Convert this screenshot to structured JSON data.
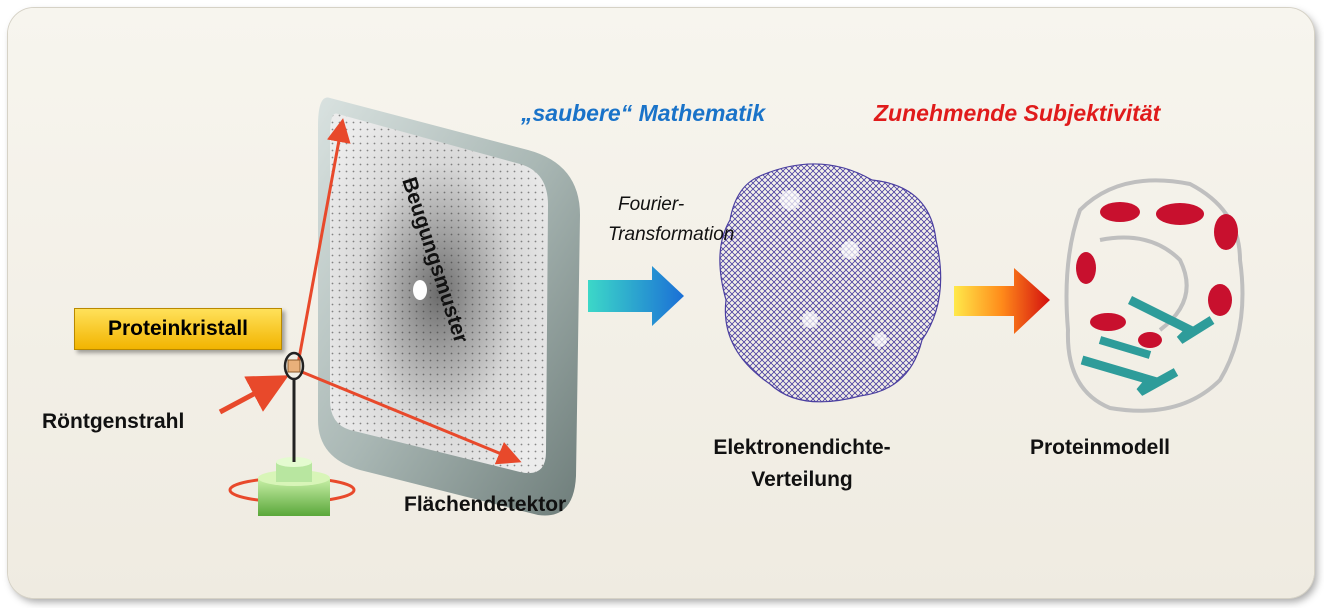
{
  "labels": {
    "math": "„saubere“ Mathematik",
    "subjectivity": "Zunehmende Subjektivität",
    "fourier_line1": "Fourier-",
    "fourier_line2": "Transformation",
    "protein_crystal": "Proteinkristall",
    "xray": "Röntgenstrahl",
    "diffraction_pattern": "Beugungsmuster",
    "area_detector": "Flächendetektor",
    "density_line1": "Elektronendichte-",
    "density_line2": "Verteilung",
    "protein_model": "Proteinmodell"
  },
  "colors": {
    "math": "#1a73c9",
    "subjectivity": "#e01b1b",
    "arrow_red": "#e8492b",
    "mesh": "#4b3fa0",
    "helix": "#c8102e",
    "sheet": "#2e9c9a",
    "crystal_box": "#f5c21a"
  }
}
